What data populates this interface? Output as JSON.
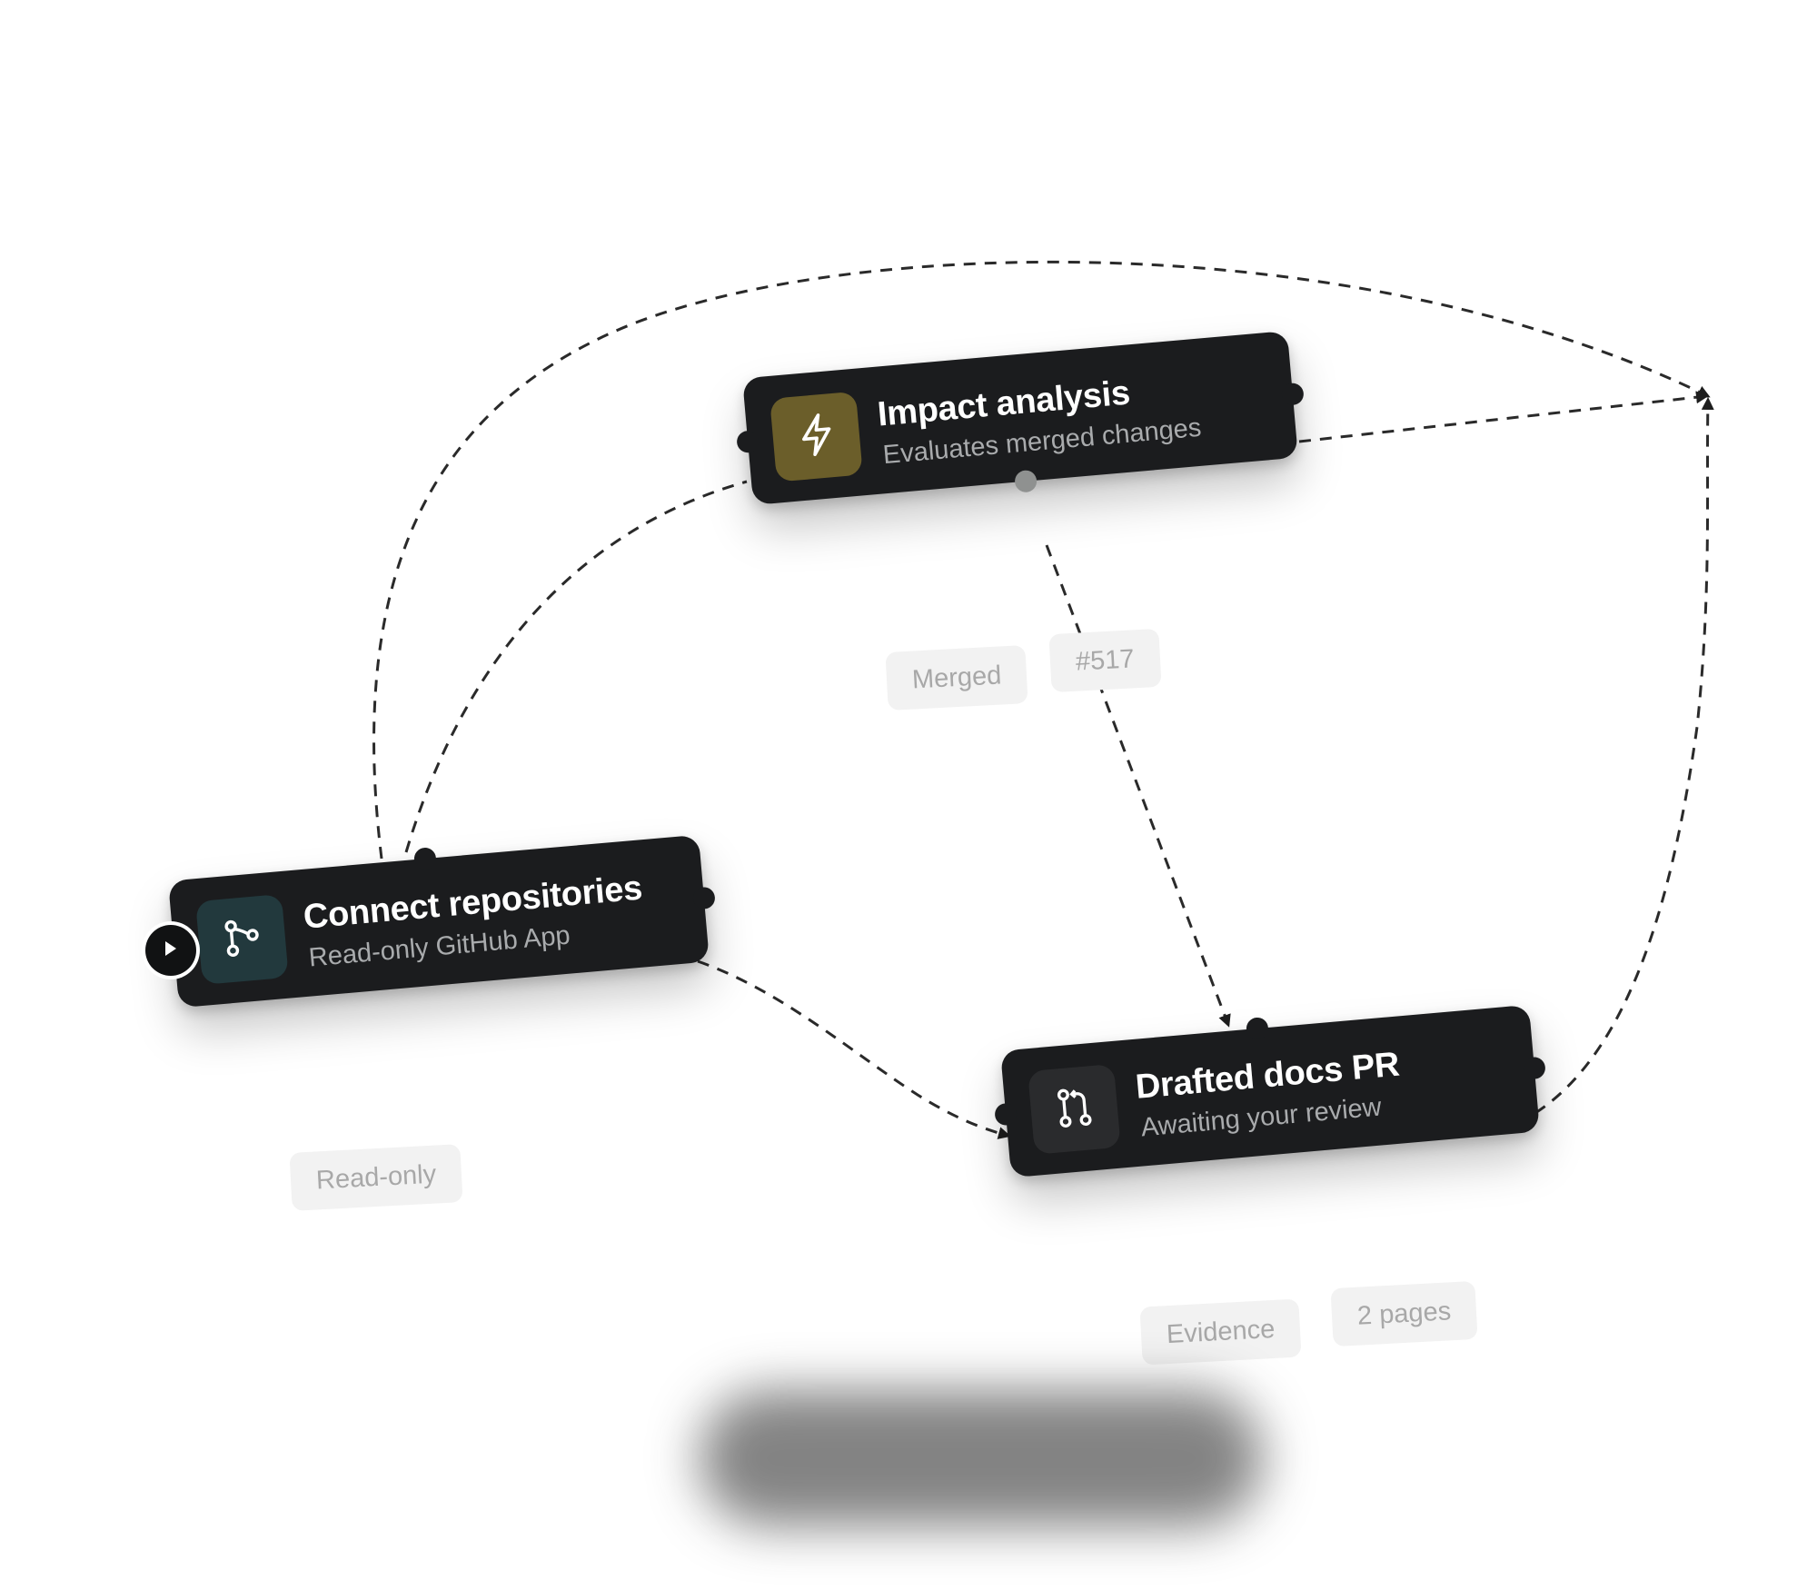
{
  "nodes": {
    "connect": {
      "title": "Connect repositories",
      "subtitle": "Read-only GitHub App",
      "icon": "git-branch-icon",
      "icon_bg": "#22393d"
    },
    "impact": {
      "title": "Impact analysis",
      "subtitle": "Evaluates merged changes",
      "icon": "lightning-icon",
      "icon_bg": "#6b5e2a"
    },
    "drafted": {
      "title": "Drafted docs PR",
      "subtitle": "Awaiting your review",
      "icon": "pull-request-icon",
      "icon_bg": "#2a2b2d"
    }
  },
  "labels": {
    "merged": "Merged",
    "pr_number": "#517",
    "read_only": "Read-only",
    "evidence": "Evidence",
    "pages": "2 pages"
  },
  "colors": {
    "node_bg": "#1b1c1e",
    "edge": "#2a2a2a",
    "pill_bg": "#f2f2f2",
    "pill_text": "#a8a8a8"
  }
}
